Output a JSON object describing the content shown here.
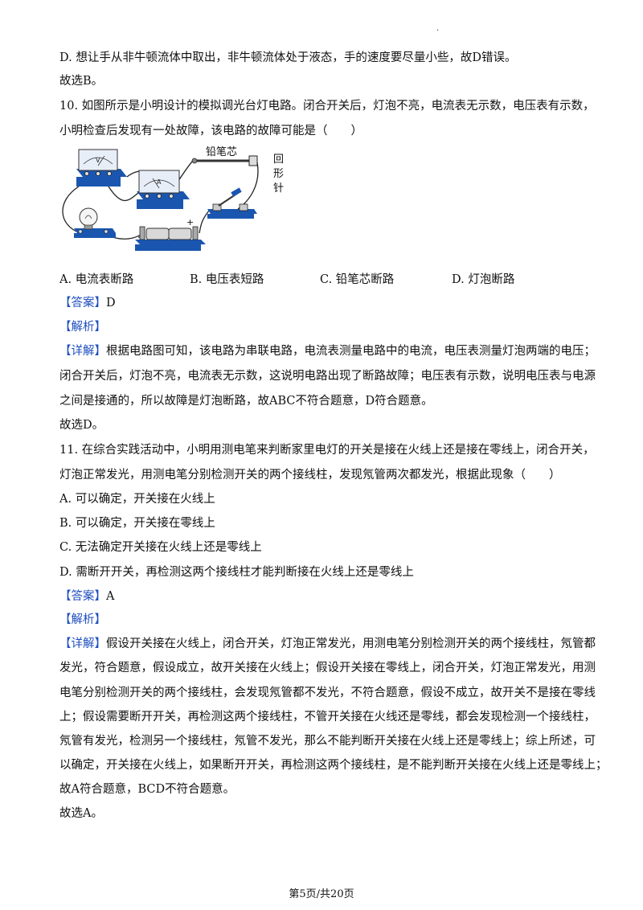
{
  "top_dot": ".",
  "q9_tail": {
    "line_d": "D. 想让手从非牛顿流体中取出，非牛顿流体处于液态，手的速度要尽量小些，故D错误。",
    "conclusion": "故选B。"
  },
  "q10": {
    "stem_1": "10. 如图所示是小明设计的模拟调光台灯电路。闭合开关后，灯泡不亮，电流表无示数，电压表有示数，",
    "stem_2": "小明检查后发现有一处故障，该电路的故障可能是（　　）",
    "figure": {
      "label_pencil": "铅笔芯",
      "label_clip_1": "回",
      "label_clip_2": "形",
      "label_clip_3": "针",
      "label_v": "V",
      "label_a": "A",
      "label_plus": "+"
    },
    "options": [
      "A. 电流表断路",
      "B. 电压表短路",
      "C. 铅笔芯断路",
      "D. 灯泡断路"
    ],
    "answer_tag": "【答案】",
    "answer": "D",
    "analysis_tag": "【解析】",
    "detail_tag": "【详解】",
    "detail_1": "根据电路图可知，该电路为串联电路，电流表测量电路中的电流，电压表测量灯泡两端的电压；",
    "detail_2": "闭合开关后，灯泡不亮，电流表无示数，这说明电路出现了断路故障；电压表有示数，说明电压表与电源",
    "detail_3": "之间是接通的，所以故障是灯泡断路，故ABC不符合题意，D符合题意。",
    "conclusion": "故选D。"
  },
  "q11": {
    "stem_1": "11. 在综合实践活动中，小明用测电笔来判断家里电灯的开关是接在火线上还是接在零线上，闭合开关，",
    "stem_2": "灯泡正常发光，用测电笔分别检测开关的两个接线柱，发现氖管两次都发光，根据此现象（　　）",
    "option_a": "A. 可以确定，开关接在火线上",
    "option_b": "B. 可以确定，开关接在零线上",
    "option_c": "C. 无法确定开关接在火线上还是零线上",
    "option_d": "D. 需断开开关，再检测这两个接线柱才能判断接在火线上还是零线上",
    "answer_tag": "【答案】",
    "answer": "A",
    "analysis_tag": "【解析】",
    "detail_tag": "【详解】",
    "detail_1": "假设开关接在火线上，闭合开关，灯泡正常发光，用测电笔分别检测开关的两个接线柱，氖管都",
    "detail_2": "发光，符合题意，假设成立，故开关接在火线上；假设开关接在零线上，闭合开关，灯泡正常发光，用测",
    "detail_3": "电笔分别检测开关的两个接线柱，会发现氖管都不发光，不符合题意，假设不成立，故开关不是接在零线",
    "detail_4": "上；假设需要断开开关，再检测这两个接线柱，不管开关接在火线还是零线，都会发现检测一个接线柱，",
    "detail_5": "氖管有发光，检测另一个接线柱，氖管不发光，那么不能判断开关接在火线上还是零线上；综上所述，可",
    "detail_6": "以确定，开关接在火线上，如果断开开关，再检测这两个接线柱，是不能判断开关接在火线上还是零线上；",
    "detail_7": "故A符合题意，BCD不符合题意。",
    "conclusion": "故选A。"
  },
  "footer": "第5页/共20页",
  "colors": {
    "tag": "#1f4fbf",
    "device_blue": "#1a56b0",
    "wire": "#222222"
  }
}
